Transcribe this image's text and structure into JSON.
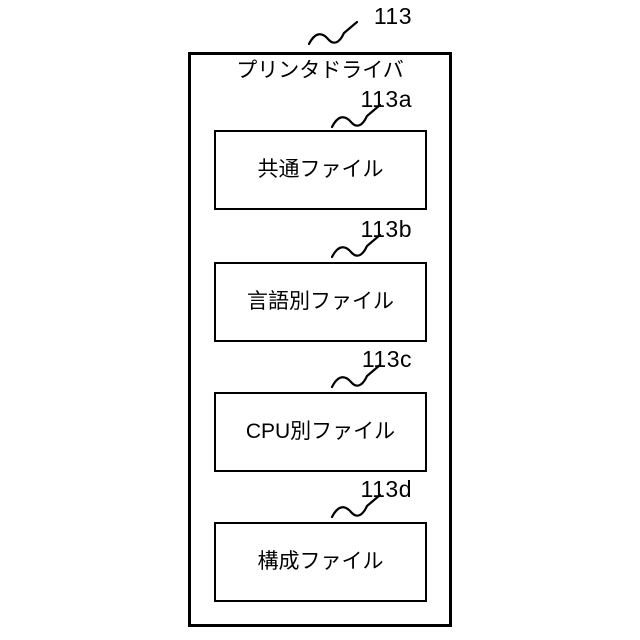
{
  "figure": {
    "type": "patent-block-diagram",
    "container": {
      "ref": "113",
      "title": "プリンタドライバ"
    },
    "blocks": [
      {
        "ref": "113a",
        "label": "共通ファイル"
      },
      {
        "ref": "113b",
        "label": "言語別ファイル"
      },
      {
        "ref": "113c",
        "label": "CPU別ファイル"
      },
      {
        "ref": "113d",
        "label": "構成ファイル"
      }
    ],
    "style": {
      "line_color": "#000000",
      "background": "#ffffff"
    }
  }
}
